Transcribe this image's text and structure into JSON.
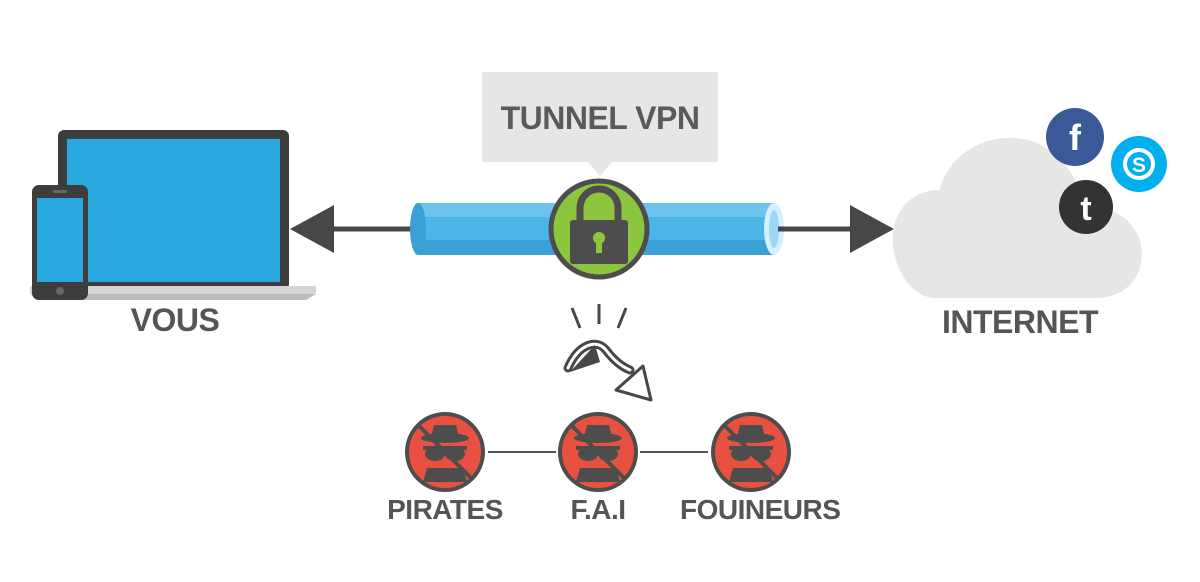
{
  "tunnel": {
    "label": "TUNNEL VPN"
  },
  "endpoints": {
    "user_label": "VOUS",
    "internet_label": "INTERNET"
  },
  "social_icons": [
    {
      "name": "facebook-icon",
      "glyph": "f",
      "color": "#3b5998"
    },
    {
      "name": "skype-icon",
      "glyph": "S",
      "color": "#00aff0"
    },
    {
      "name": "twitter-icon",
      "glyph": "t",
      "color": "#333333"
    }
  ],
  "threats": [
    {
      "label": "PIRATES"
    },
    {
      "label": "F.A.I"
    },
    {
      "label": "FOUINEURS"
    }
  ],
  "colors": {
    "tunnel": "#4bb5e8",
    "lock_ring": "#8cc63f",
    "threat_red": "#e8513f",
    "screen_blue": "#29a8e0",
    "device_dark": "#3d3d3d",
    "cloud": "#e6e6e6",
    "arrow": "#474747",
    "text": "#555555"
  }
}
